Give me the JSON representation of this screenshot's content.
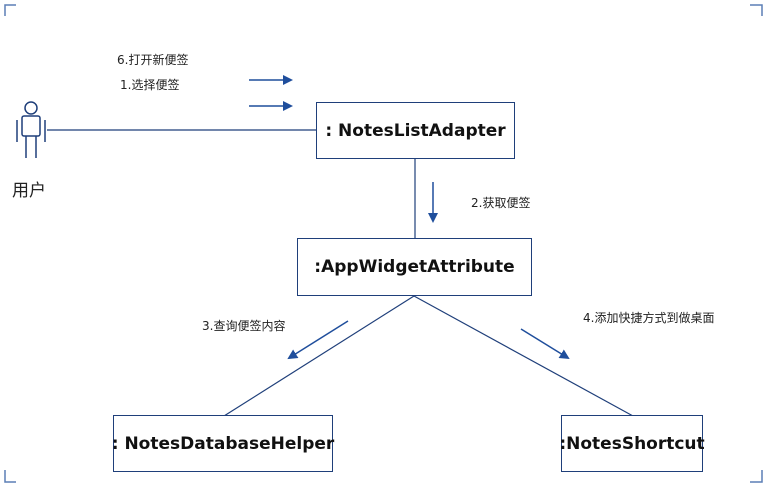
{
  "actor": {
    "label": "用户"
  },
  "objects": {
    "notes_list_adapter": ": NotesListAdapter",
    "app_widget_attribute": ":AppWidgetAttribute",
    "notes_database_helper": ": NotesDatabaseHelper",
    "notes_shortcut": ":NotesShortcut"
  },
  "messages": {
    "open_new_note": "6.打开新便签",
    "select_note": "1.选择便签",
    "get_note": "2.获取便签",
    "query_note_content": "3.查询便签内容",
    "add_shortcut_to_desktop": "4.添加快捷方式到做桌面"
  },
  "colors": {
    "line": "#1f3f7a",
    "arrow": "#1f4e9c",
    "corner": "#5b7fb5"
  }
}
